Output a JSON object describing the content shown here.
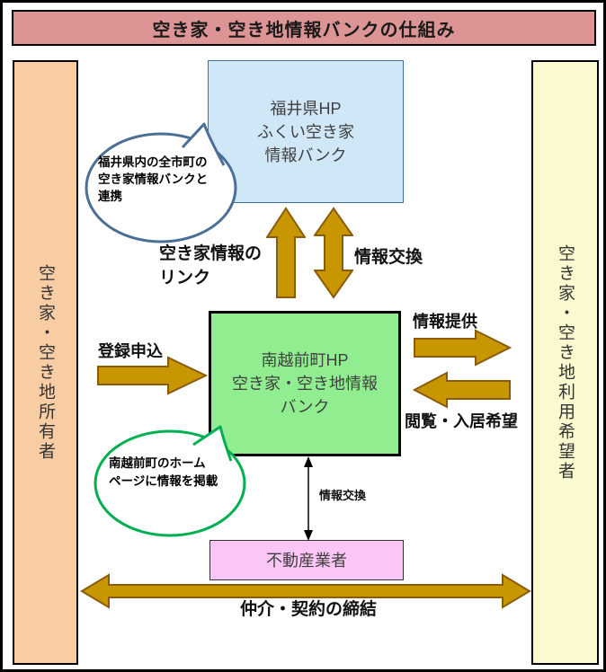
{
  "title": "空き家・空き地情報バンクの仕組み",
  "left_bar": {
    "label": "空き家・空き地所有者"
  },
  "right_bar": {
    "label": "空き家・空き地利用希望者"
  },
  "boxes": {
    "fukui": {
      "line1": "福井県HP",
      "line2": "ふくい空き家",
      "line3": "情報バンク"
    },
    "town": {
      "line1": "南越前町HP",
      "line2": "空き家・空き地情報",
      "line3": "バンク"
    },
    "realtor": {
      "label": "不動産業者"
    }
  },
  "bubbles": {
    "fukui_link": {
      "line1": "福井県内の全市町の",
      "line2": "空き家情報バンクと",
      "line3": "連携"
    },
    "town_hp": {
      "line1": "南越前町のホーム",
      "line2": "ページに情報を掲載"
    }
  },
  "labels": {
    "akiya_link_line1": "空き家情報の",
    "akiya_link_line2": "リンク",
    "info_exchange_top": "情報交換",
    "registration": "登録申込",
    "info_provision": "情報提供",
    "browse_request": "閲覧・入居希望",
    "info_exchange_bottom": "情報交換",
    "mediation": "仲介・契約の締結"
  },
  "colors": {
    "title_bg": "#dd9494",
    "owner_bar_bg": "#f9cda4",
    "seeker_bar_bg": "#fbf9cf",
    "fukui_box_bg": "#cfe7f7",
    "fukui_box_border": "#41719c",
    "town_box_bg": "#90ee90",
    "realtor_box_bg": "#fbc6f5",
    "arrow_fill": "#c89600",
    "arrow_stroke": "#8a5c0a",
    "fukui_bubble_stroke": "#4a6f96",
    "town_bubble_stroke": "#00af50"
  }
}
